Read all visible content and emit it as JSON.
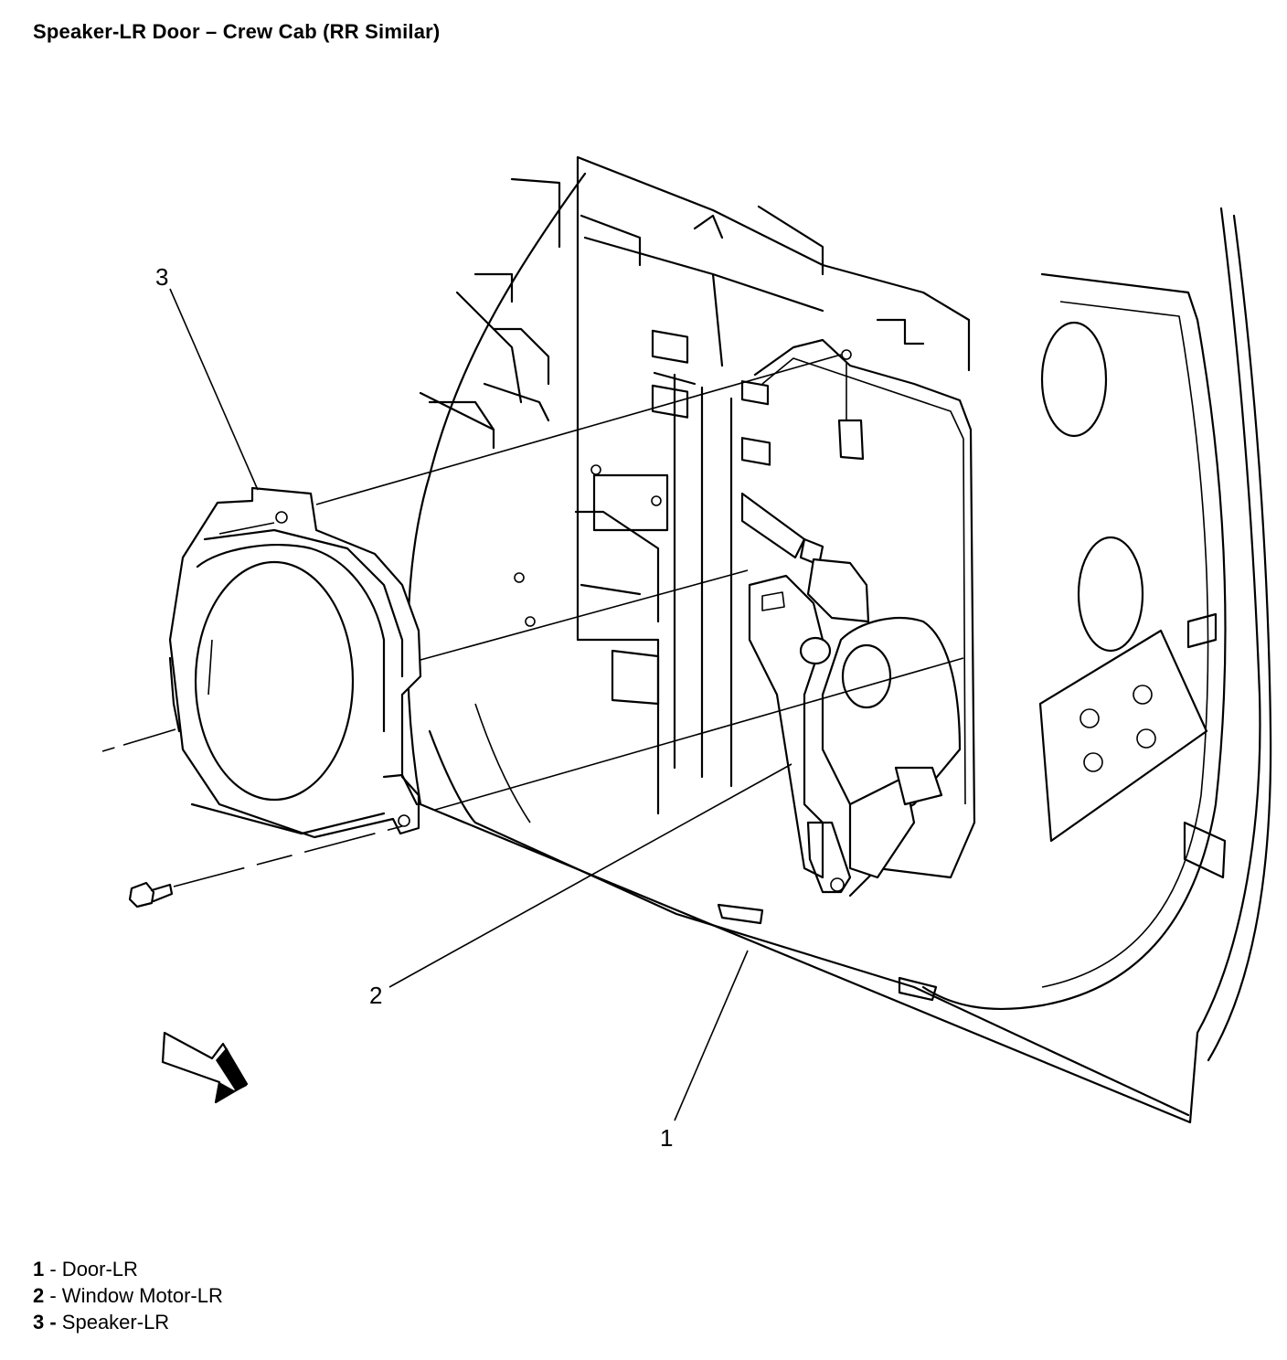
{
  "title": "Speaker-LR Door – Crew Cab (RR Similar)",
  "callouts": [
    {
      "label": "1"
    },
    {
      "label": "2"
    },
    {
      "label": "3"
    }
  ],
  "legend": [
    {
      "num": "1",
      "text": " - Door-LR"
    },
    {
      "num": "2",
      "text": " - Window Motor-LR"
    },
    {
      "num": "3 -",
      "text": " Speaker-LR"
    }
  ]
}
